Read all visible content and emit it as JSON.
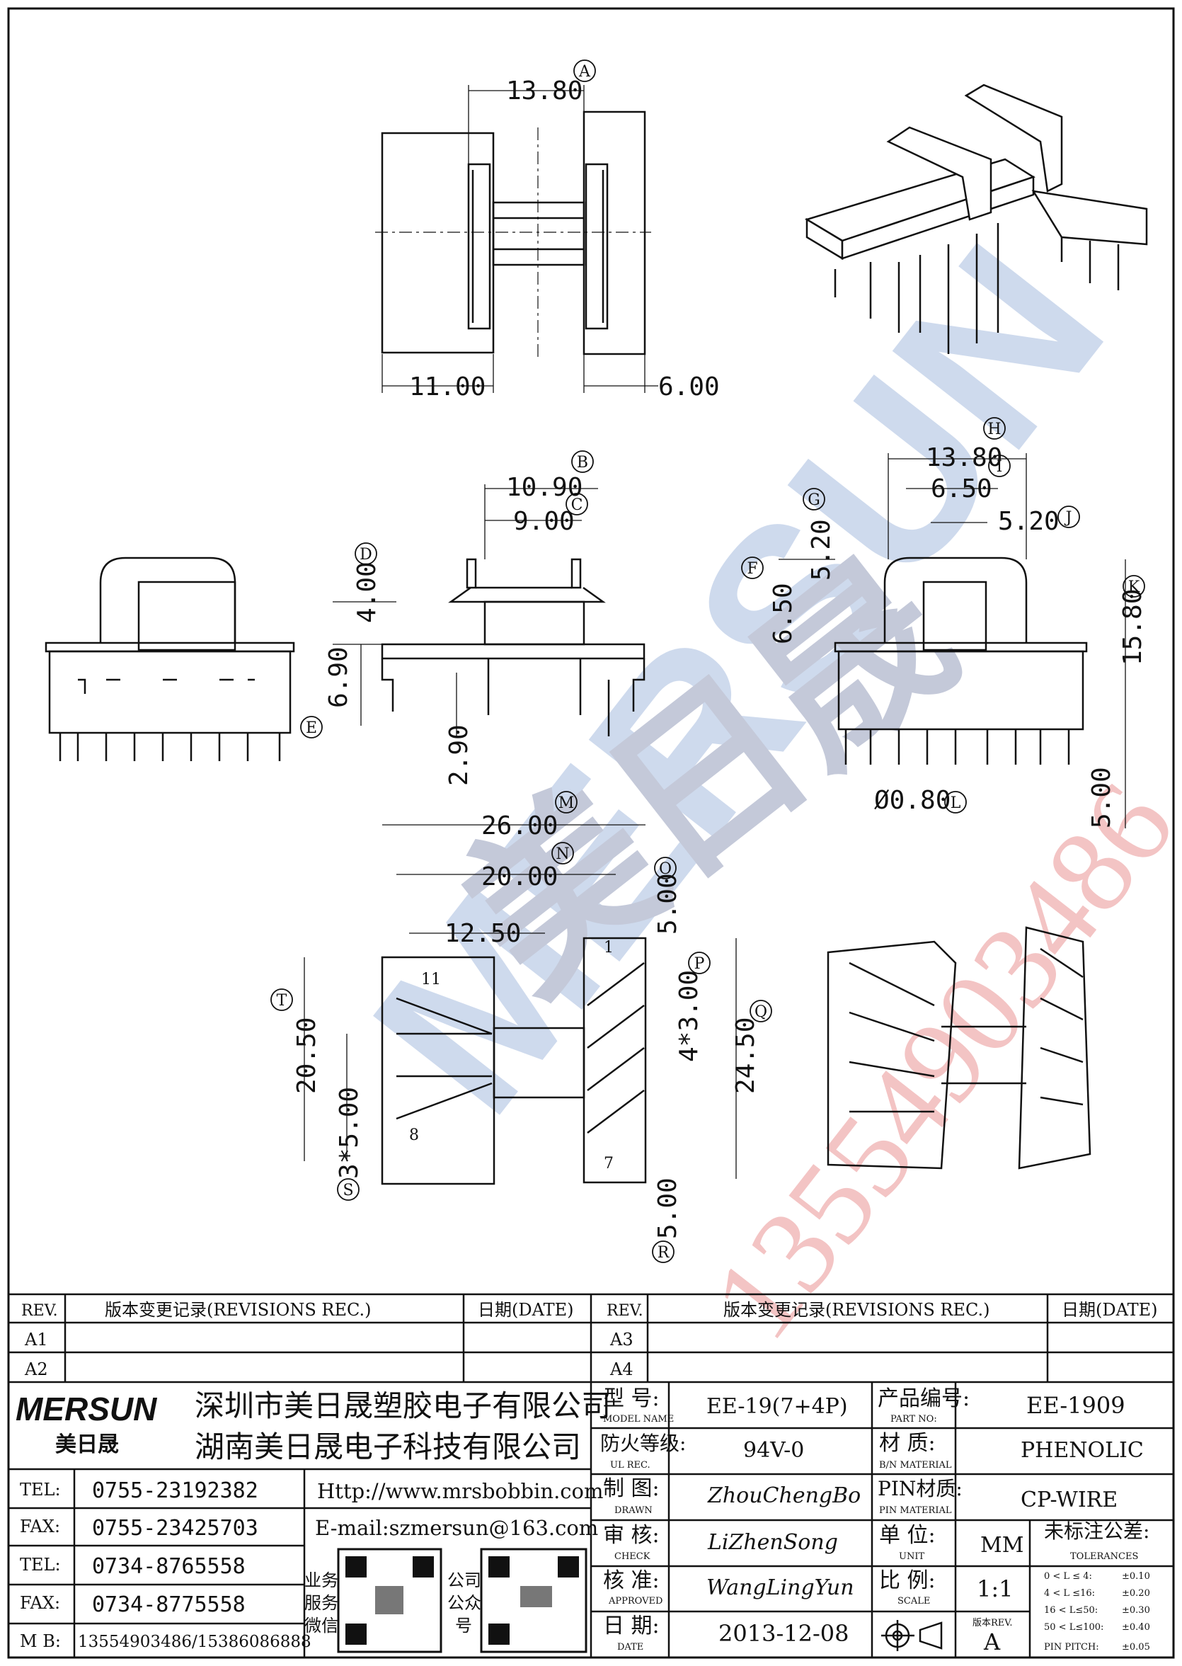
{
  "dims": {
    "top_width": "13.80",
    "top_left": "11.00",
    "top_right": "6.00",
    "mid_a": "10.90",
    "mid_b": "9.00",
    "mid_h1": "4.00",
    "mid_h2": "6.90",
    "mid_h3": "2.90",
    "r_w1": "13.80",
    "r_w2": "6.50",
    "r_w3": "5.20",
    "r_h1": "5.20",
    "r_h2": "6.50",
    "r_h3": "15.80",
    "r_pin": "Ø0.80",
    "r_pinlen": "5.00",
    "b_w1": "26.00",
    "b_w2": "20.00",
    "b_w3": "12.50",
    "b_h1": "20.50",
    "b_h2": "3*5.00",
    "b_o": "5.00",
    "b_p": "4*3.00",
    "b_q": "24.50",
    "b_r": "5.00",
    "pin_labels": [
      "11",
      "8",
      "1",
      "7"
    ]
  },
  "markers": [
    "A",
    "B",
    "C",
    "D",
    "E",
    "F",
    "G",
    "H",
    "I",
    "J",
    "K",
    "L",
    "M",
    "N",
    "O",
    "P",
    "Q",
    "R",
    "S",
    "T"
  ],
  "watermark": {
    "brand": "MERSUN",
    "chinese": "美日晟",
    "phone": "13554903486"
  },
  "revisions": {
    "left": {
      "col_rev": "REV.",
      "col_rec": "版本变更记录(REVISIONS REC.)",
      "col_date": "日期(DATE)",
      "rows": [
        "A1",
        "A2"
      ]
    },
    "right": {
      "col_rev": "REV.",
      "col_rec": "版本变更记录(REVISIONS REC.)",
      "col_date": "日期(DATE)",
      "rows": [
        "A3",
        "A4"
      ]
    }
  },
  "company": {
    "logo": "MERSUN",
    "logo_cn": "美日晟",
    "name1": "深圳市美日晟塑胶电子有限公司",
    "name2": "湖南美日晟电子科技有限公司",
    "tel_label": "TEL:",
    "tel": "0755-23192382",
    "fax_label": "FAX:",
    "fax": "0755-23425703",
    "tel2_label": "TEL:",
    "tel2": "0734-8765558",
    "fax2_label": "FAX:",
    "fax2": "0734-8775558",
    "mb_label": "M B:",
    "mb": "13554903486/15386086888",
    "web": "Http://www.mrsbobbin.com",
    "email": "E-mail:szmersun@163.com",
    "wechat_label": [
      "业务",
      "服务",
      "微信"
    ],
    "public_label": [
      "公司",
      "公众",
      "号"
    ]
  },
  "spec": {
    "model_label": "型 号:",
    "model_sub": "MODEL NAME",
    "model": "EE-19(7+4P)",
    "partno_label": "产品编号:",
    "partno_sub": "PART NO:",
    "partno": "EE-1909",
    "ul_label": "防火等级:",
    "ul_sub": "UL REC.",
    "ul": "94V-0",
    "mat_label": "材 质:",
    "mat_sub": "B/N MATERIAL",
    "mat": "PHENOLIC",
    "drawn_label": "制 图:",
    "drawn_sub": "DRAWN",
    "drawn": "ZhouChengBo",
    "pinmat_label": "PIN材质:",
    "pinmat_sub": "PIN MATERIAL",
    "pinmat": "CP-WIRE",
    "check_label": "审 核:",
    "check_sub": "CHECK",
    "check": "LiZhenSong",
    "unit_label": "单 位:",
    "unit_sub": "UNIT",
    "unit": "MM",
    "tol_label": "未标注公差:",
    "tol_sub": "TOLERANCES",
    "tol": [
      [
        "0 < L ≤ 4:",
        "±0.10"
      ],
      [
        "4 < L ≤16:",
        "±0.20"
      ],
      [
        "16 < L≤50:",
        "±0.30"
      ],
      [
        "50 < L≤100:",
        "±0.40"
      ],
      [
        "PIN PITCH:",
        "±0.05"
      ]
    ],
    "appr_label": "核 准:",
    "appr_sub": "APPROVED",
    "appr": "WangLingYun",
    "scale_label": "比 例:",
    "scale_sub": "SCALE",
    "scale": "1:1",
    "date_label": "日 期:",
    "date_sub": "DATE",
    "date": "2013-12-08",
    "ver_label": "版本REV.",
    "ver": "A"
  }
}
